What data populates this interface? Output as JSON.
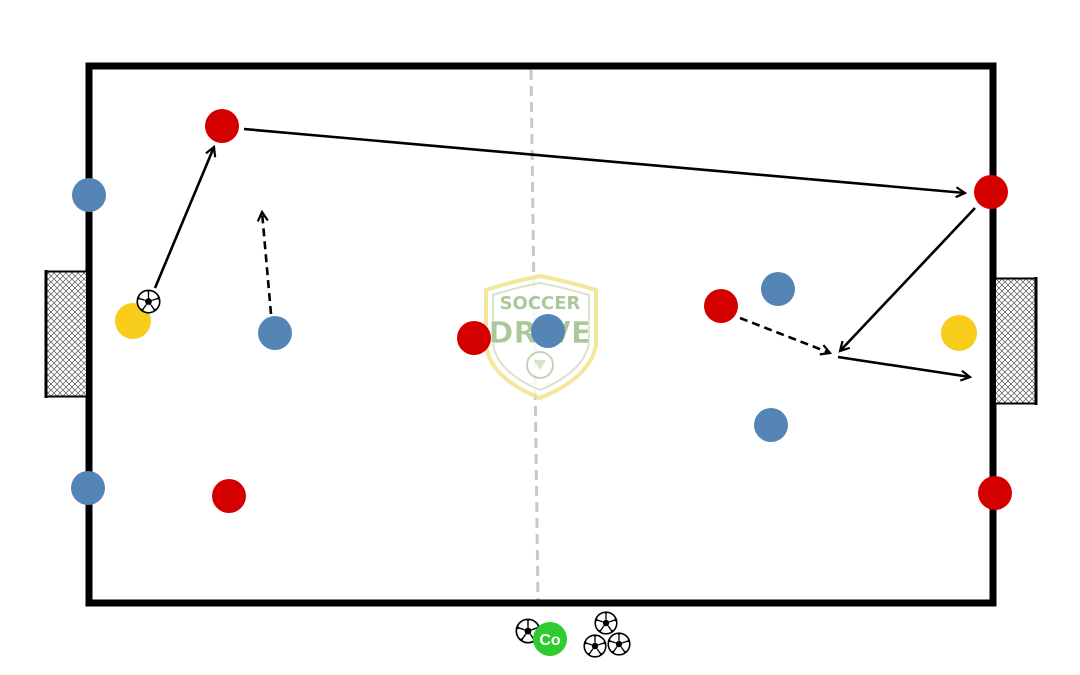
{
  "logo": {
    "line1": "SOCCER",
    "line2": "DRIVE"
  },
  "coach": {
    "label": "Co"
  },
  "colors": {
    "red_team": "#d40000",
    "blue_team": "#5585b5",
    "goalkeeper": "#f8cc1b",
    "coach": "#2ecc2e",
    "field_line": "#000000",
    "halfway_line": "#c8c8c8",
    "logo": "#9ebf8a",
    "logo_outline": "#f3e38a"
  },
  "players": [
    {
      "team": "red",
      "name": "red-player-top-left"
    },
    {
      "team": "red",
      "name": "red-player-right-wide"
    },
    {
      "team": "red",
      "name": "red-player-center"
    },
    {
      "team": "red",
      "name": "red-player-right-mid"
    },
    {
      "team": "red",
      "name": "red-player-bottom-left"
    },
    {
      "team": "red",
      "name": "red-player-bottom-right-wide"
    },
    {
      "team": "blue",
      "name": "blue-player-top-left-wide"
    },
    {
      "team": "blue",
      "name": "blue-player-bottom-left-wide"
    },
    {
      "team": "blue",
      "name": "blue-player-left-mid"
    },
    {
      "team": "blue",
      "name": "blue-player-center"
    },
    {
      "team": "blue",
      "name": "blue-player-right-top"
    },
    {
      "team": "blue",
      "name": "blue-player-right-bottom"
    },
    {
      "team": "yellow",
      "name": "goalkeeper-left"
    },
    {
      "team": "yellow",
      "name": "goalkeeper-right"
    }
  ]
}
